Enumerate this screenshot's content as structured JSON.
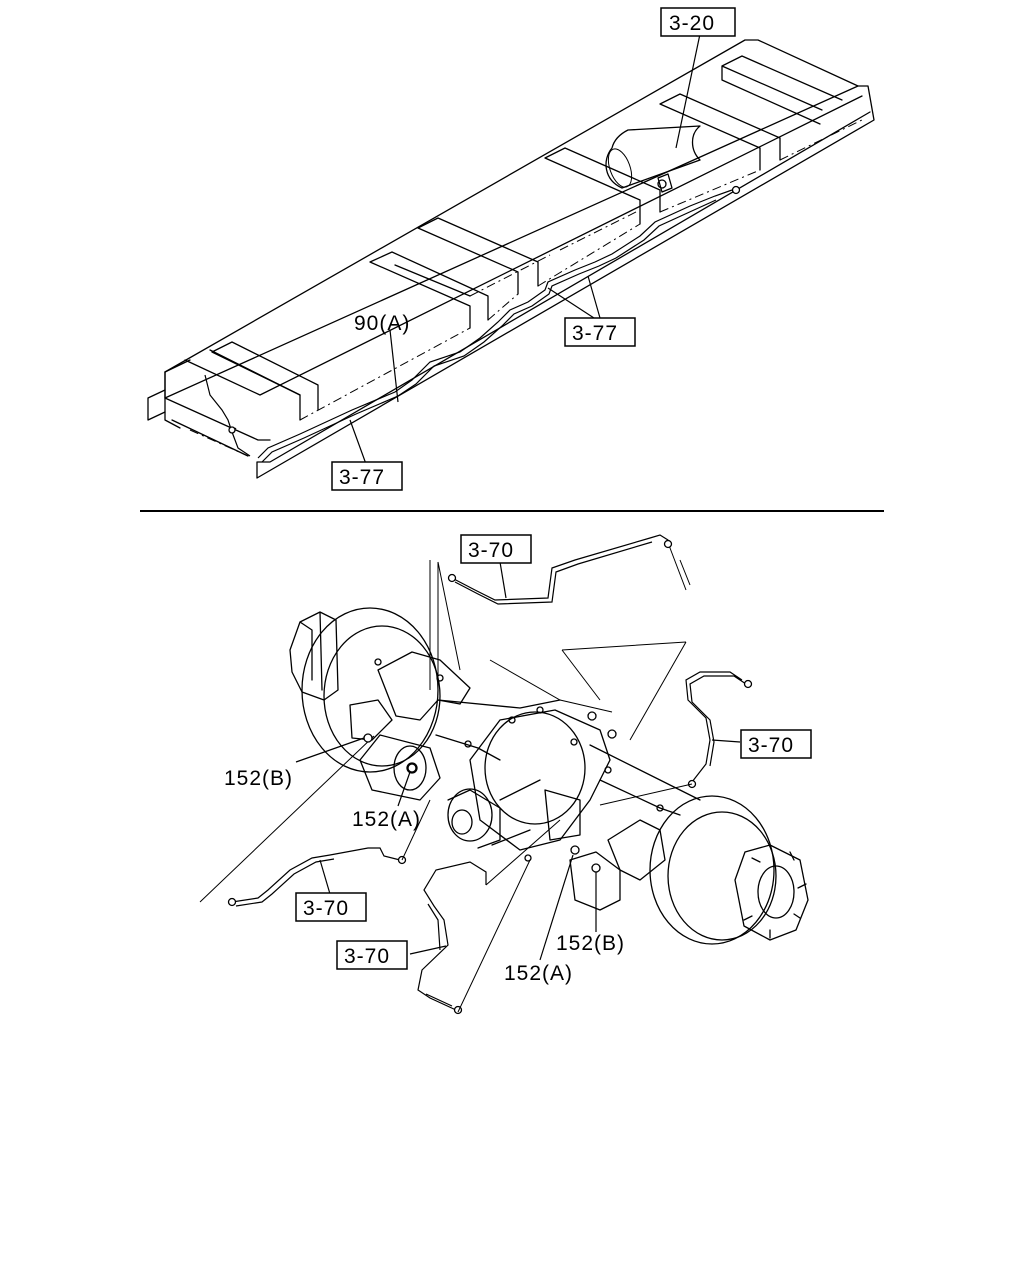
{
  "top_view": {
    "labels": {
      "ref_3_20": "3-20",
      "ref_3_77_upper": "3-77",
      "ref_3_77_lower": "3-77",
      "part_90a": "90(A)"
    }
  },
  "bottom_view": {
    "labels": {
      "ref_3_70_top": "3-70",
      "ref_3_70_right": "3-70",
      "ref_3_70_left": "3-70",
      "ref_3_70_bottom": "3-70",
      "part_152b_left": "152(B)",
      "part_152a_left": "152(A)",
      "part_152b_right": "152(B)",
      "part_152a_right": "152(A)"
    }
  }
}
